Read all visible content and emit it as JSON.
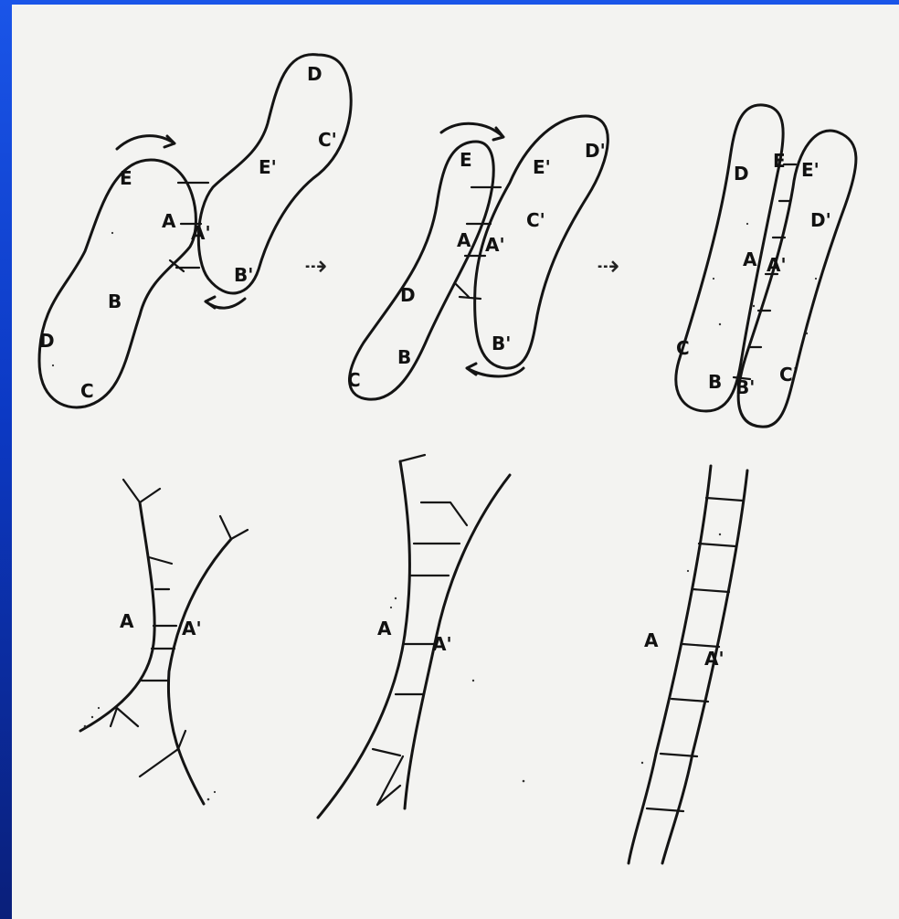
{
  "colors": {
    "background_frame": "#1a55e8",
    "paper": "#f3f3f1",
    "ink": "#141414"
  },
  "top_row": {
    "stage1": {
      "labels": [
        "E",
        "A",
        "A'",
        "B",
        "D",
        "C",
        "E'",
        "C'",
        "D",
        "B'"
      ]
    },
    "arrow1": "⇢",
    "stage2": {
      "labels": [
        "E",
        "A",
        "A'",
        "D",
        "B",
        "C",
        "E'",
        "D'",
        "C'",
        "B'"
      ]
    },
    "arrow2": "⇢",
    "stage3": {
      "labels": [
        "D",
        "E",
        "A",
        "C",
        "B",
        "E'",
        "D'",
        "A'",
        "B'",
        "C'"
      ]
    }
  },
  "bottom_row": {
    "detail1": {
      "labels": [
        "A",
        "A'"
      ]
    },
    "detail2": {
      "labels": [
        "A",
        "A'"
      ]
    },
    "detail3": {
      "labels": [
        "A",
        "A'"
      ]
    }
  }
}
